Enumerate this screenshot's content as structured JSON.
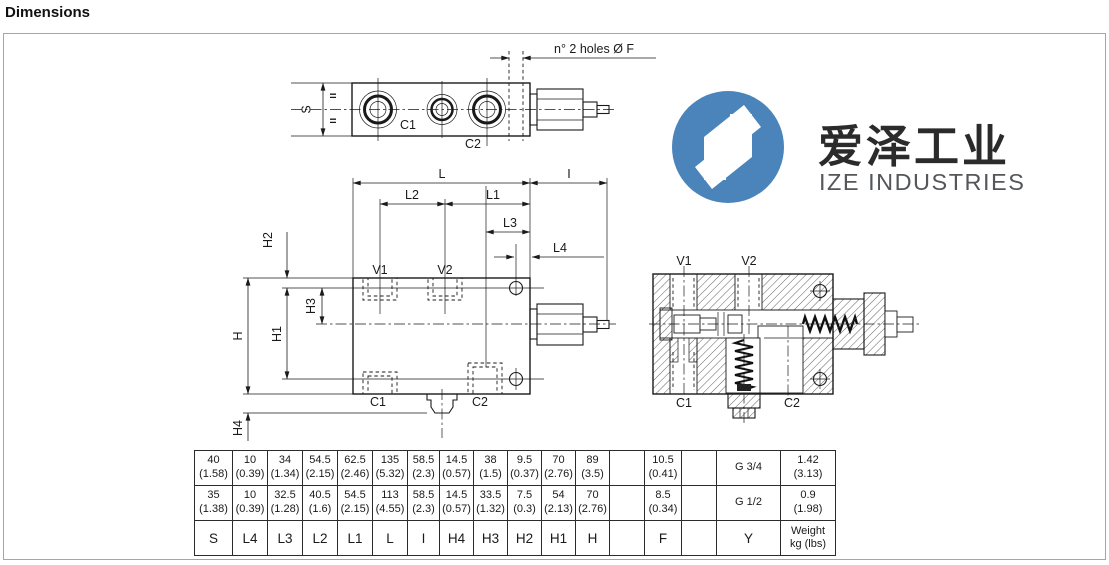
{
  "page": {
    "title": "Dimensions"
  },
  "logo": {
    "cn": "爱泽工业",
    "en": "IZE INDUSTRIES",
    "blue": "#4a84ba"
  },
  "colors": {
    "line": "#1a1a1a",
    "frame_border": "#a6a6a6",
    "background": "#ffffff"
  },
  "drawing": {
    "labels": {
      "s": "S",
      "l": "L",
      "l1": "L1",
      "l2": "L2",
      "l3": "L3",
      "l4": "L4",
      "i": "I",
      "h": "H",
      "h1": "H1",
      "h2": "H2",
      "h3": "H3",
      "h4": "H4",
      "v1": "V1",
      "v2": "V2",
      "c1": "C1",
      "c2": "C2",
      "eq": "=",
      "holes_note": "n° 2 holes Ø F"
    }
  },
  "table": {
    "headers": [
      "S",
      "L4",
      "L3",
      "L2",
      "L1",
      "L",
      "I",
      "H4",
      "H3",
      "H2",
      "H1",
      "H",
      "",
      "F",
      "",
      "Y",
      "Weight\nkg (lbs)"
    ],
    "rows": [
      [
        "40\n(1.58)",
        "10\n(0.39)",
        "34\n(1.34)",
        "54.5\n(2.15)",
        "62.5\n(2.46)",
        "135\n(5.32)",
        "58.5\n(2.3)",
        "14.5\n(0.57)",
        "38\n(1.5)",
        "9.5\n(0.37)",
        "70\n(2.76)",
        "89\n(3.5)",
        "",
        "10.5\n(0.41)",
        "",
        "G 3/4",
        "1.42\n(3.13)"
      ],
      [
        "35\n(1.38)",
        "10\n(0.39)",
        "32.5\n(1.28)",
        "40.5\n(1.6)",
        "54.5\n(2.15)",
        "113\n(4.55)",
        "58.5\n(2.3)",
        "14.5\n(0.57)",
        "33.5\n(1.32)",
        "7.5\n(0.3)",
        "54\n(2.13)",
        "70\n(2.76)",
        "",
        "8.5\n(0.34)",
        "",
        "G 1/2",
        "0.9\n(1.98)"
      ]
    ]
  }
}
